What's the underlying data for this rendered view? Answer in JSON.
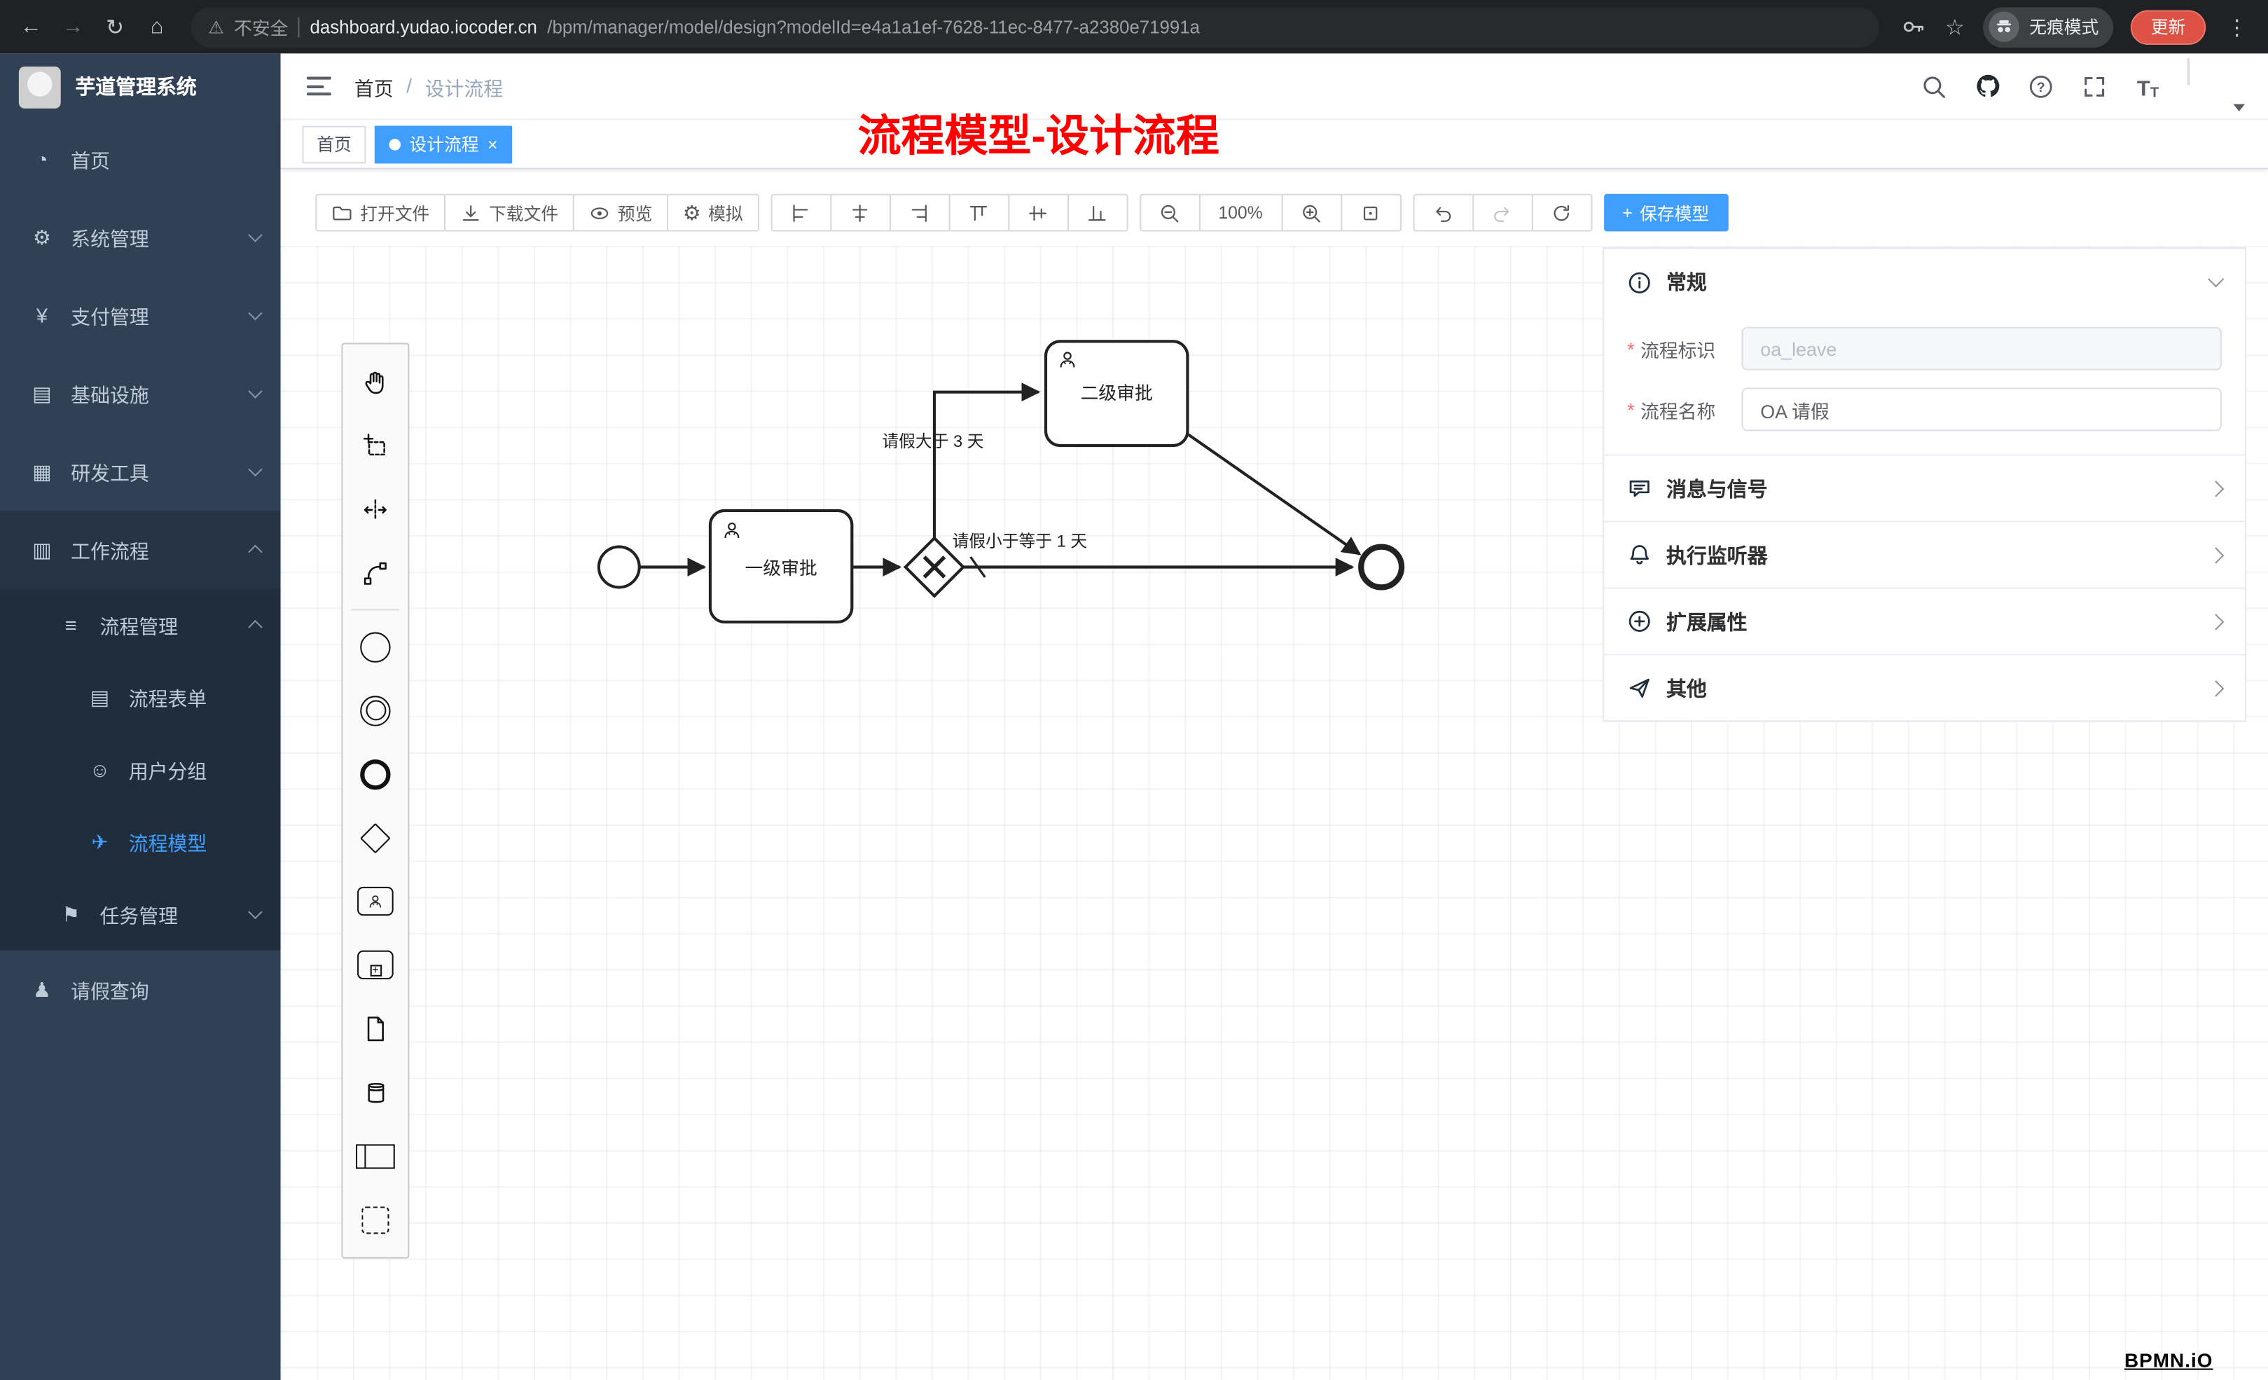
{
  "browser": {
    "back_icon": "←",
    "forward_icon": "→",
    "reload_icon": "↻",
    "home_icon": "⌂",
    "warning_icon": "⚠",
    "security_label": "不安全",
    "url_host": "dashboard.yudao.iocoder.cn",
    "url_path": "/bpm/manager/model/design?modelId=e4a1a1ef-7628-11ec-8477-a2380e71991a",
    "incognito_label": "无痕模式",
    "update_label": "更新",
    "star_icon": "☆",
    "menu_icon": "⋮"
  },
  "sidebar": {
    "logo_title": "芋道管理系统",
    "items": [
      {
        "label": "首页",
        "glyph": "◔"
      },
      {
        "label": "系统管理",
        "glyph": "⚙"
      },
      {
        "label": "支付管理",
        "glyph": "¥"
      },
      {
        "label": "基础设施",
        "glyph": "▤"
      },
      {
        "label": "研发工具",
        "glyph": "▦"
      },
      {
        "label": "工作流程",
        "glyph": "▥"
      },
      {
        "label": "流程管理",
        "glyph": "≡"
      },
      {
        "label": "流程表单",
        "glyph": "▤"
      },
      {
        "label": "用户分组",
        "glyph": "☺"
      },
      {
        "label": "流程模型",
        "glyph": "✈"
      },
      {
        "label": "任务管理",
        "glyph": "⚑"
      },
      {
        "label": "请假查询",
        "glyph": "♟"
      }
    ]
  },
  "header": {
    "breadcrumb": [
      "首页",
      "设计流程"
    ],
    "annotation": "流程模型-设计流程"
  },
  "tabs": [
    {
      "label": "首页"
    },
    {
      "label": "设计流程",
      "close": "×"
    }
  ],
  "toolbar": {
    "open": "打开文件",
    "download": "下载文件",
    "preview": "预览",
    "simulate": "模拟",
    "simulate_icon": "⚙",
    "zoom": "100%",
    "save_plus": "+",
    "save": "保存模型"
  },
  "diagram": {
    "task1": "一级审批",
    "task2": "二级审批",
    "cond_gt": "请假大于 3 天",
    "cond_le": "请假小于等于 1 天"
  },
  "panel": {
    "sections": {
      "general": "常规",
      "message": "消息与信号",
      "listener": "执行监听器",
      "ext": "扩展属性",
      "other": "其他"
    },
    "fields": [
      {
        "label": "流程标识",
        "value": "oa_leave"
      },
      {
        "label": "流程名称",
        "value": "OA 请假"
      }
    ]
  },
  "watermark": "BPMN.iO",
  "colors": {
    "accent": "#409EFF",
    "sidebar_bg": "#304156",
    "submenu_bg": "#1F2D3D",
    "annotation_red": "#FE0000",
    "update_red": "#DE5246"
  }
}
